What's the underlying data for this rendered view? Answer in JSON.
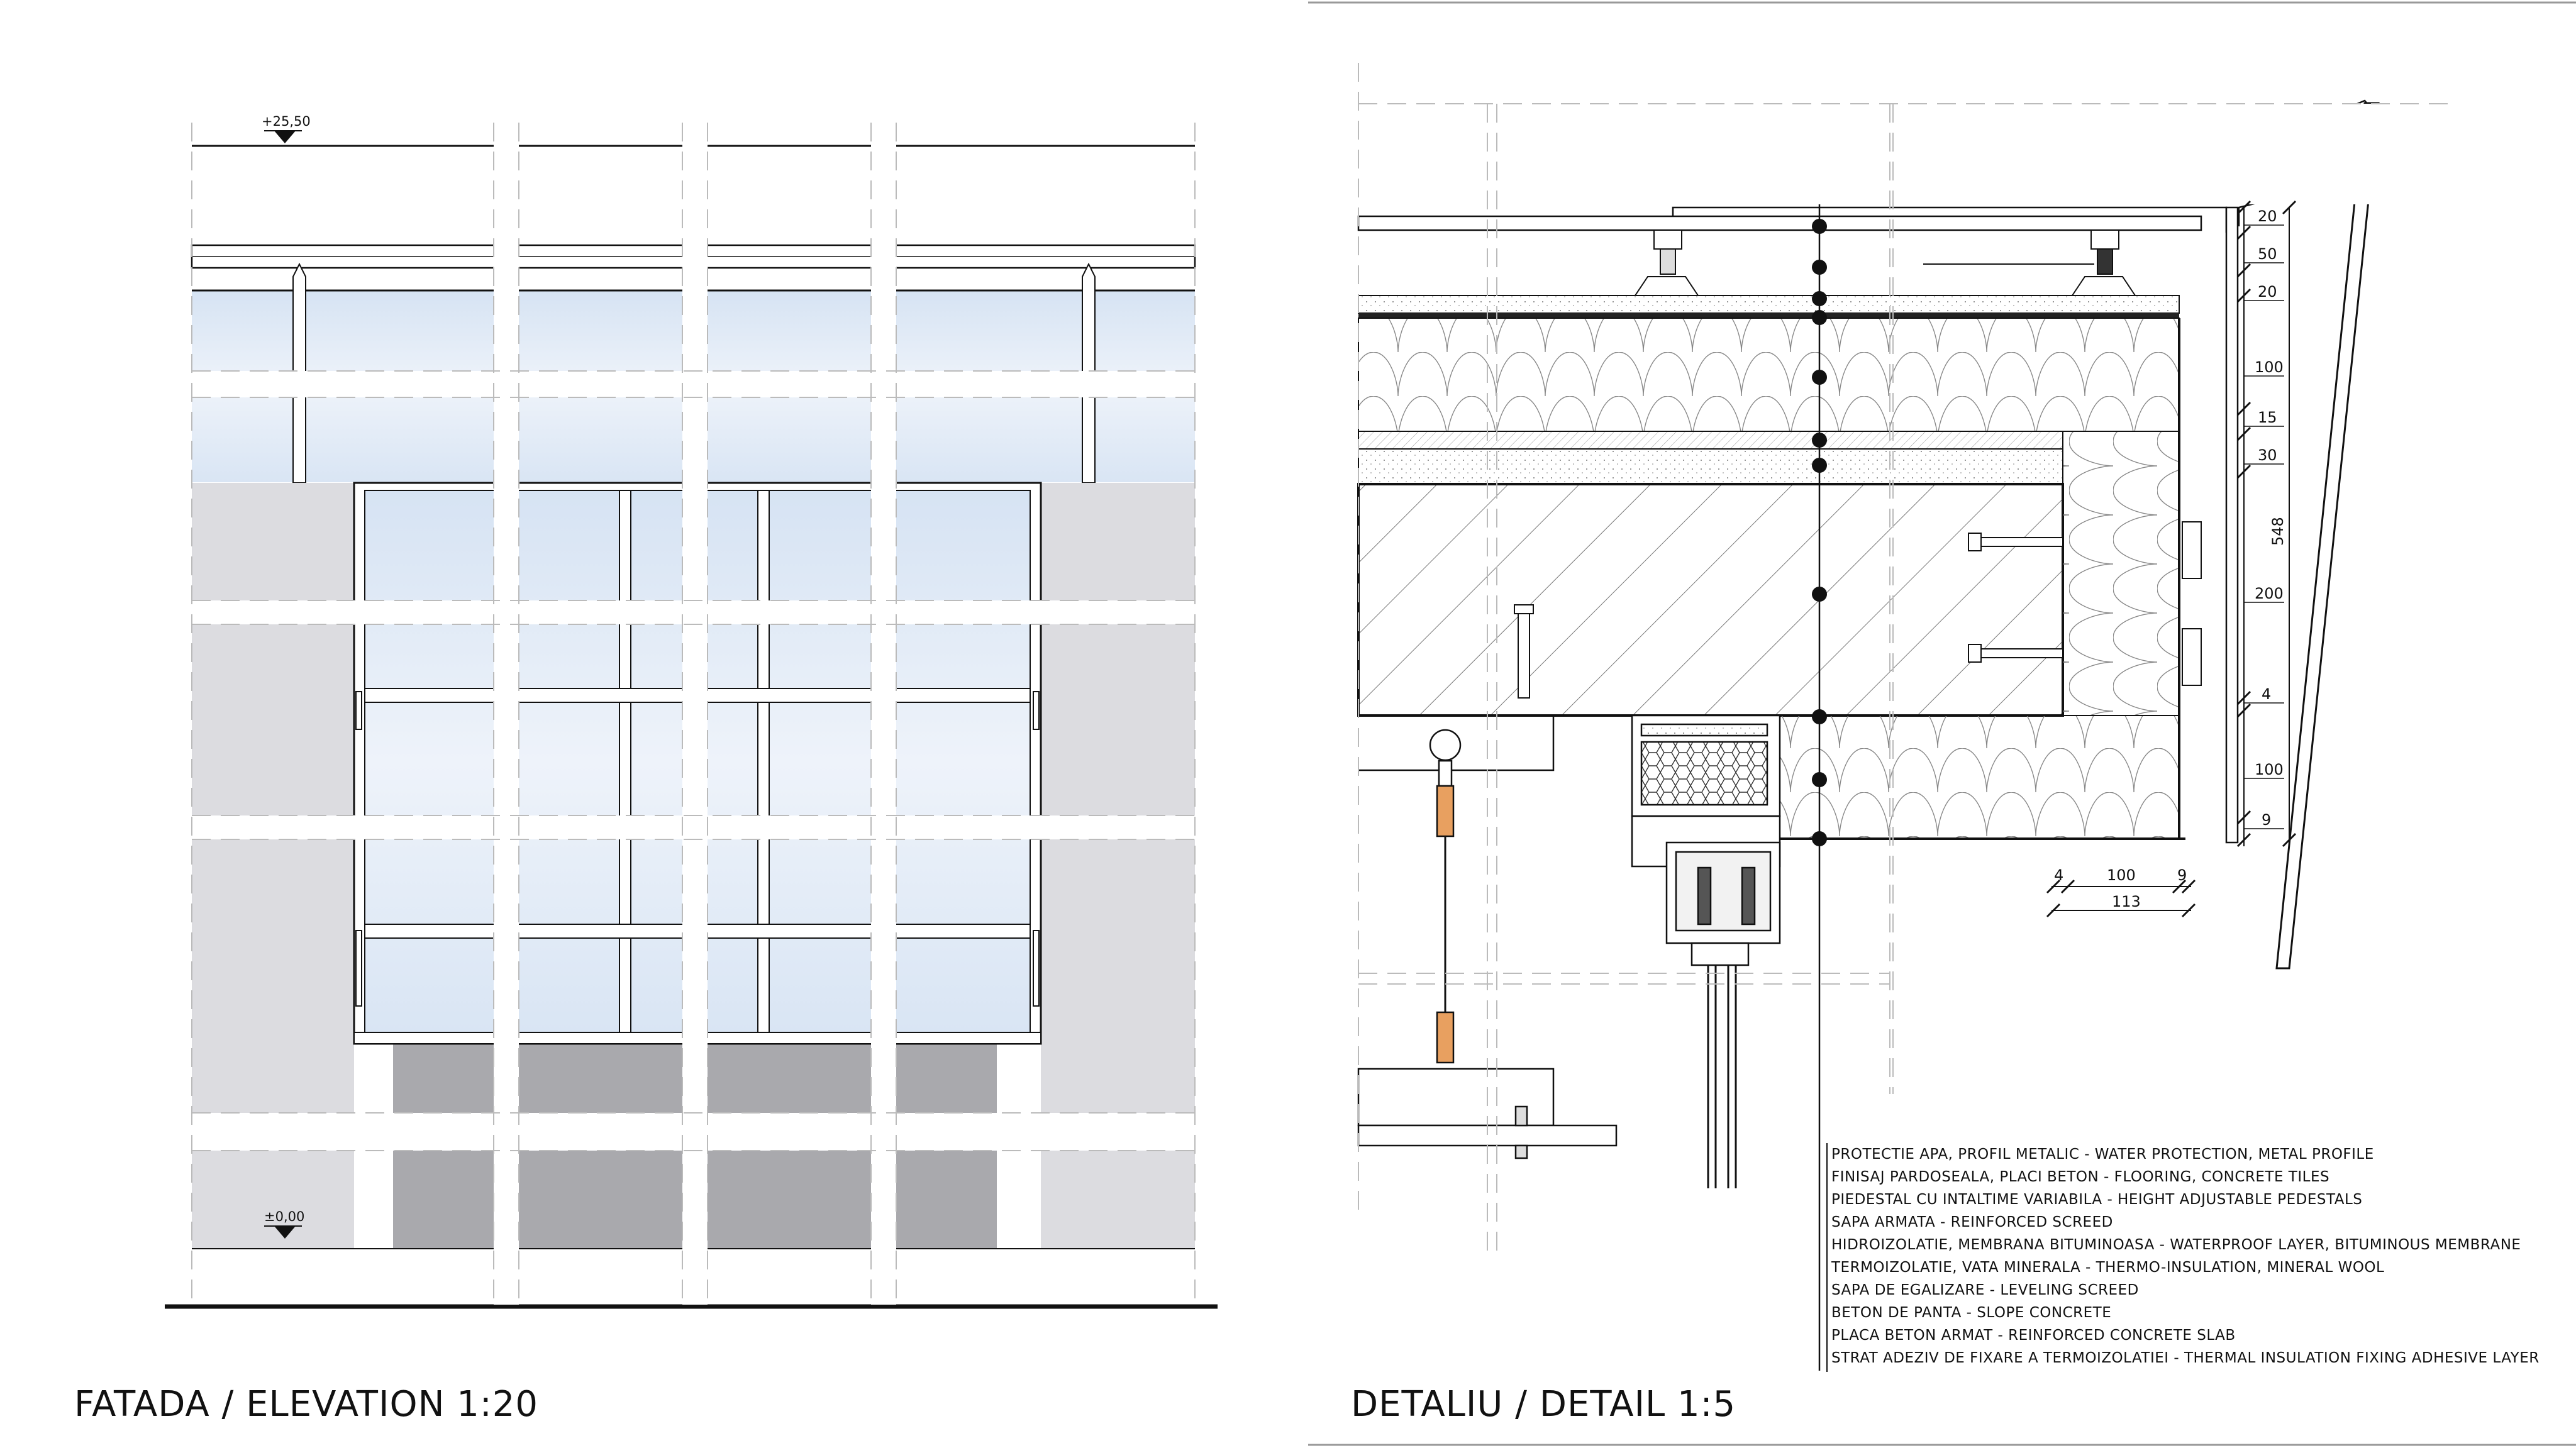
{
  "titles": {
    "elevation": "FATADA / ELEVATION 1:20",
    "detail": "DETALIU / DETAIL 1:5"
  },
  "elevation_levels": {
    "top": "+25,50",
    "bottom": "±0,00"
  },
  "dimensions": {
    "vertical": [
      "20",
      "50",
      "20",
      "100",
      "15",
      "30",
      "200",
      "4",
      "100",
      "9"
    ],
    "vertical_total": "548",
    "horizontal": [
      "4",
      "100",
      "9"
    ],
    "horizontal_total": "113"
  },
  "legend": [
    "PROTECTIE APA, PROFIL METALIC - WATER PROTECTION, METAL PROFILE",
    "FINISAJ PARDOSEALA, PLACI BETON - FLOORING, CONCRETE TILES",
    "PIEDESTAL CU INTALTIME VARIABILA - HEIGHT ADJUSTABLE PEDESTALS",
    "SAPA ARMATA - REINFORCED SCREED",
    "HIDROIZOLATIE, MEMBRANA BITUMINOASA - WATERPROOF LAYER, BITUMINOUS MEMBRANE",
    "TERMOIZOLATIE, VATA MINERALA - THERMO-INSULATION, MINERAL WOOL",
    "SAPA DE EGALIZARE - LEVELING SCREED",
    "BETON DE PANTA - SLOPE CONCRETE",
    "PLACA BETON ARMAT - REINFORCED CONCRETE SLAB",
    "STRAT ADEZIV DE FIXARE A TERMOIZOLATIEI - THERMAL INSULATION FIXING ADHESIVE LAYER"
  ],
  "colors": {
    "line": "#111111",
    "panel_light": "#dcdce0",
    "panel_dark": "#a9a9ad",
    "sky": "#dfe9f5",
    "cut": "#f7f7f7"
  }
}
